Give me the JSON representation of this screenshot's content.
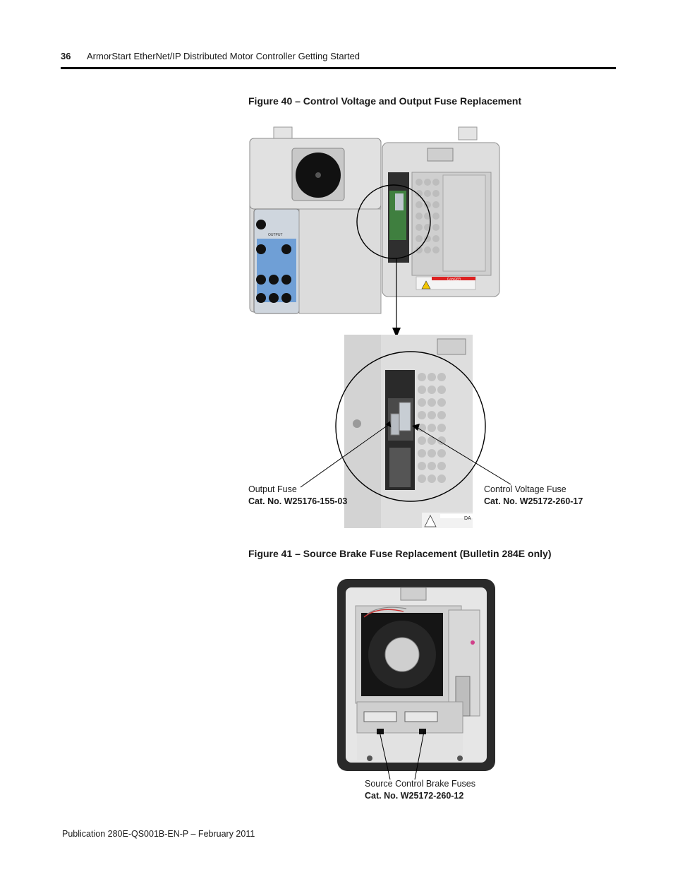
{
  "header": {
    "page_number": "36",
    "running_title": "ArmorStart EtherNet/IP Distributed Motor Controller Getting Started"
  },
  "figure40": {
    "caption": "Figure 40 – Control Voltage and Output Fuse Replacement",
    "device_labels": {
      "panel_label": "OUTPUT",
      "warning_label": "DANGER",
      "detail_label": "DA"
    },
    "output_fuse": {
      "name": "Output Fuse",
      "catalog": "Cat. No. W25176-155-03"
    },
    "control_voltage_fuse": {
      "name": "Control Voltage Fuse",
      "catalog": "Cat. No. W25172-260-17"
    }
  },
  "figure41": {
    "caption": "Figure 41 – Source Brake Fuse Replacement (Bulletin 284E only)",
    "brake_fuses": {
      "name": "Source Control Brake Fuses",
      "catalog": "Cat. No. W25172-260-12"
    }
  },
  "footer": {
    "publication": "Publication 280E-QS001B-EN-P – February 2011"
  }
}
